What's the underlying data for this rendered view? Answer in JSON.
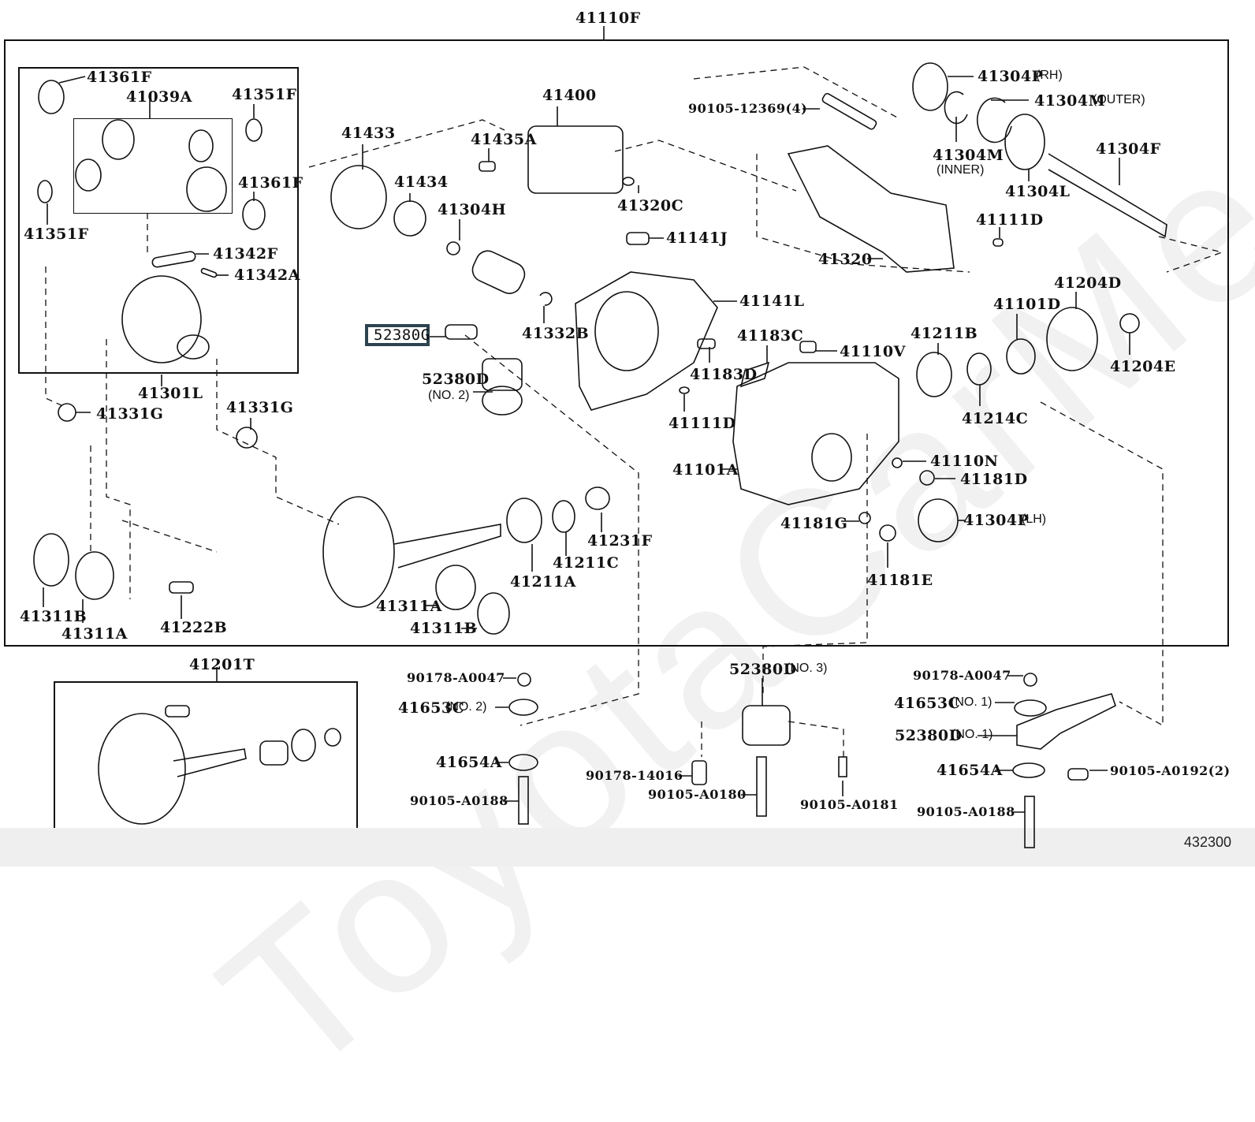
{
  "diagram": {
    "title": "41110F",
    "figure_number": "432300",
    "watermark": "ToyotaCarMe.ru",
    "highlight_color": "#2e4450",
    "highlighted_part": "52380G",
    "groups": {
      "differential_box": {
        "title": "41039A"
      },
      "ring_pinion_box": {
        "title": "41201T"
      }
    },
    "labels": {
      "p41361F_top": "41361F",
      "p41039A": "41039A",
      "p41351F_top": "41351F",
      "p41361F_right": "41361F",
      "p41351F_left": "41351F",
      "p41342F": "41342F",
      "p41342A": "41342A",
      "p41301L": "41301L",
      "p41331G_left": "41331G",
      "p41331G_right": "41331G",
      "p41311B_left": "41311B",
      "p41311A_left": "41311A",
      "p41222B": "41222B",
      "p41433": "41433",
      "p41434": "41434",
      "p41400": "41400",
      "p41435A": "41435A",
      "p41304H": "41304H",
      "p41320C": "41320C",
      "p41141J": "41141J",
      "p41141L": "41141L",
      "p41332B": "41332B",
      "p52380G": "52380G",
      "p52380D_no2": "52380D",
      "p52380D_no2_note": "(NO. 2)",
      "p41183C": "41183C",
      "p41183D": "41183D",
      "p41110V": "41110V",
      "p41111D_mid": "41111D",
      "p41101A": "41101A",
      "p41231F": "41231F",
      "p41211C": "41211C",
      "p41211A": "41211A",
      "p41311A_mid": "41311A",
      "p41311B_mid": "41311B",
      "p90105_12369": "90105-12369(4)",
      "p41304P_rh": "41304P",
      "p41304P_rh_note": "(RH)",
      "p41304M_outer": "41304M",
      "p41304M_outer_note": "(OUTER)",
      "p41304M_inner": "41304M",
      "p41304M_inner_note": "(INNER)",
      "p41304F": "41304F",
      "p41304L": "41304L",
      "p41111D_right": "41111D",
      "p41320": "41320",
      "p41211B": "41211B",
      "p41101D": "41101D",
      "p41204D": "41204D",
      "p41204E": "41204E",
      "p41214C": "41214C",
      "p41110N": "41110N",
      "p41181D": "41181D",
      "p41181G": "41181G",
      "p41304P_lh": "41304P",
      "p41304P_lh_note": "(LH)",
      "p41181E": "41181E",
      "p41201T": "41201T",
      "p90178_A0047_mid": "90178-A0047",
      "p41653C_no2": "41653C",
      "p41653C_no2_note": "(NO. 2)",
      "p41654A_mid": "41654A",
      "p90105_A0188_mid": "90105-A0188",
      "p52380D_no3": "52380D",
      "p52380D_no3_note": "(NO. 3)",
      "p90178_14016": "90178-14016",
      "p90105_A0180": "90105-A0180",
      "p90105_A0181": "90105-A0181",
      "p90178_A0047_right": "90178-A0047",
      "p41653C_no1": "41653C",
      "p41653C_no1_note": "(NO. 1)",
      "p52380D_no1": "52380D",
      "p52380D_no1_note": "(NO. 1)",
      "p41654A_right": "41654A",
      "p90105_A0192": "90105-A0192(2)",
      "p90105_A0188_right": "90105-A0188"
    }
  }
}
